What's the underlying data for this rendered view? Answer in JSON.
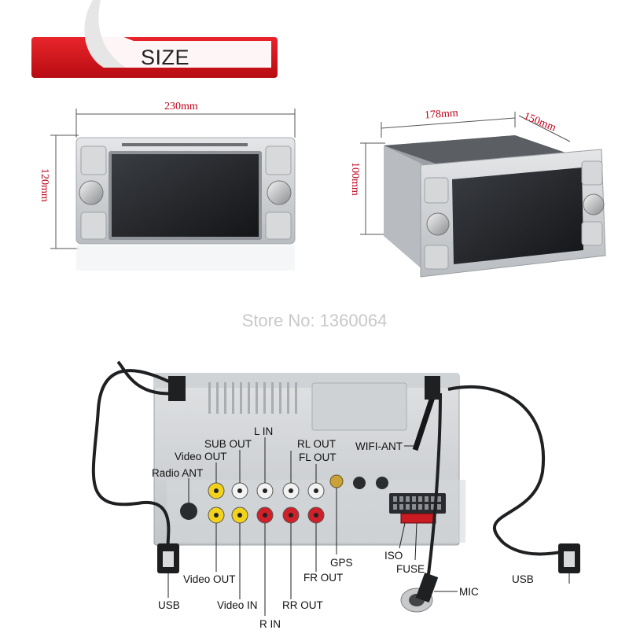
{
  "header": {
    "title": "SIZE"
  },
  "dimensions": {
    "front_width": "230mm",
    "front_height": "120mm",
    "side_width": "178mm",
    "side_depth": "150mm",
    "side_height": "100mm"
  },
  "watermark": {
    "store": "Store No: 1360064"
  },
  "connectors": {
    "sub_out": "SUB OUT",
    "l_in": "L IN",
    "video_out_top": "Video OUT",
    "rl_out": "RL OUT",
    "fl_out": "FL OUT",
    "radio_ant": "Radio ANT",
    "wifi_ant": "WIFI-ANT",
    "gps": "GPS",
    "iso": "ISO",
    "fuse": "FUSE",
    "video_out_bottom": "Video OUT",
    "fr_out": "FR OUT",
    "mic": "MIC",
    "usb_left": "USB",
    "usb_right": "USB",
    "video_in": "Video IN",
    "rr_out": "RR OUT",
    "r_in": "R IN"
  },
  "colors": {
    "banner_red": "#d8131b",
    "dimension_red": "#c0001a",
    "rca_yellow": "#f2d21b",
    "rca_red": "#d0202a",
    "rca_white": "#f2f2f2"
  }
}
